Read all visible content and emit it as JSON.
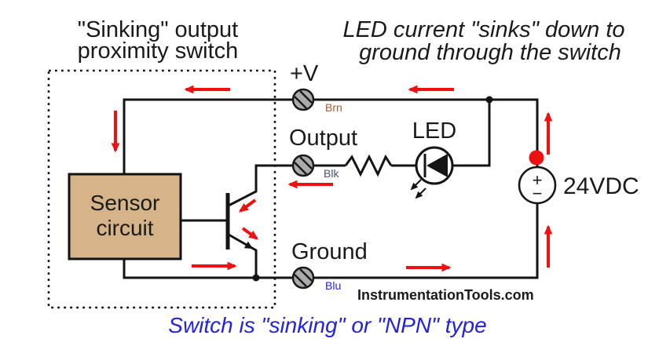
{
  "colors": {
    "wire": "#141414",
    "arrow_red": "#ee1111",
    "sensor_fill": "#d5b489",
    "terminal_fill": "#ababab",
    "label_blue": "#2222ee",
    "label_brown": "#b05a2a",
    "label_blk": "#44546a",
    "footer_blue": "#2222dd",
    "text_dark": "#1a1a1a"
  },
  "titles": {
    "left_line1": "\"Sinking\" output",
    "left_line2": "proximity switch",
    "right_line1": "LED current \"sinks\" down to",
    "right_line2": "ground through the switch",
    "footer": "Switch is \"sinking\" or \"NPN\" type"
  },
  "component_labels": {
    "terminal_v": "+V",
    "terminal_output": "Output",
    "terminal_ground": "Ground",
    "led": "LED",
    "supply": "24VDC",
    "supply_plus": "+",
    "supply_minus": "−",
    "sensor_line1": "Sensor",
    "sensor_line2": "circuit"
  },
  "wire_labels": {
    "brown": "Brn",
    "black": "Blk",
    "blue": "Blu"
  },
  "watermark": "InstrumentationTools.com"
}
